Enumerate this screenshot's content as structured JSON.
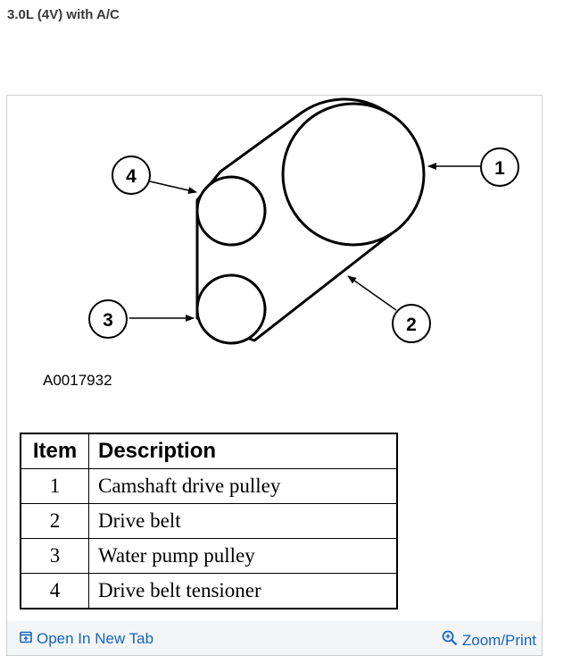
{
  "page_title": "3.0L (4V) with A/C",
  "diagram": {
    "figure_code": "A0017932",
    "callouts": [
      "1",
      "2",
      "3",
      "4"
    ]
  },
  "legend": {
    "headers": [
      "Item",
      "Description"
    ],
    "rows": [
      {
        "item": "1",
        "description": "Camshaft drive pulley"
      },
      {
        "item": "2",
        "description": "Drive belt"
      },
      {
        "item": "3",
        "description": "Water pump pulley"
      },
      {
        "item": "4",
        "description": "Drive belt tensioner"
      }
    ]
  },
  "footer": {
    "open_tab_label": "Open In New Tab",
    "zoom_print_label": "Zoom/Print",
    "open_tab_icon": "open-in-new-tab-icon",
    "zoom_icon": "zoom-in-icon",
    "link_color": "#1565c0"
  }
}
